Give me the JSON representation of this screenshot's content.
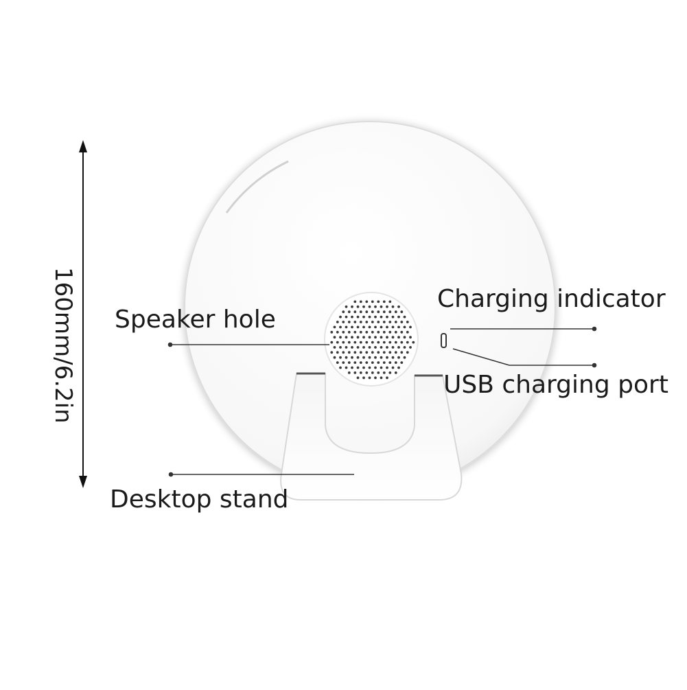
{
  "dimension": {
    "label": "160mm/6.2in"
  },
  "callouts": {
    "speaker_hole": "Speaker hole",
    "charging_indicator": "Charging indicator",
    "usb_charging_port": "USB charging port",
    "desktop_stand": "Desktop stand"
  },
  "colors": {
    "body": "#ffffff",
    "shadow": "#e6e6e6",
    "grille_dot": "#3a3a3a",
    "line": "#333333"
  }
}
